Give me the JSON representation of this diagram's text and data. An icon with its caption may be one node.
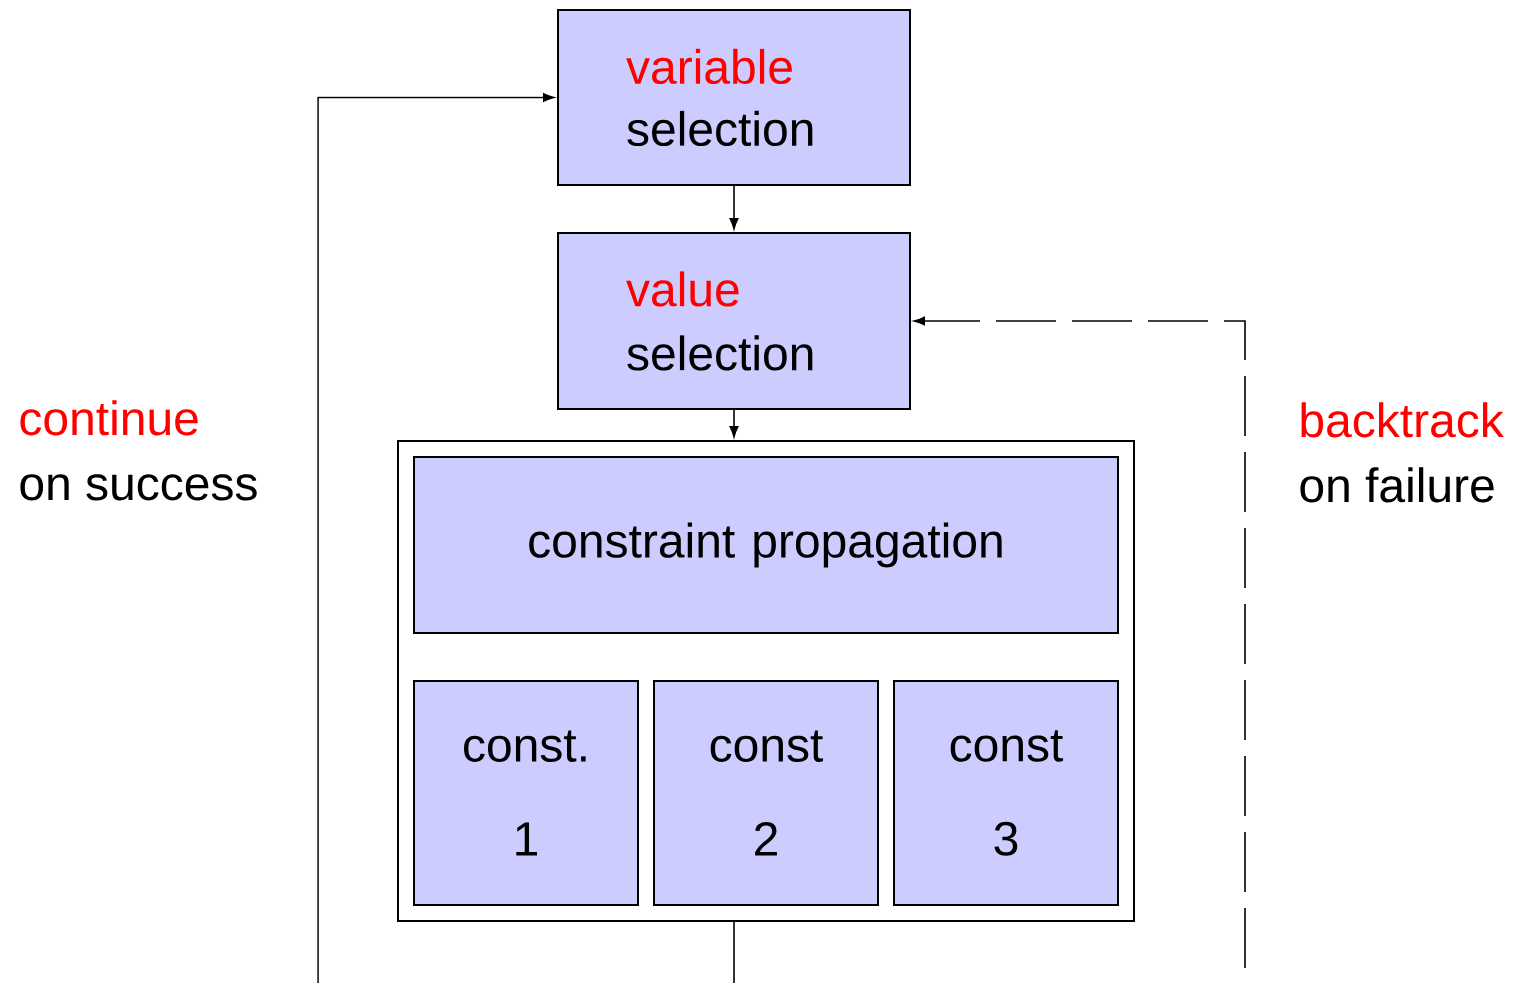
{
  "diagram": {
    "nodes": [
      {
        "text": [
          "variable",
          "selection"
        ]
      },
      {
        "text": [
          "value",
          "selection"
        ]
      },
      {
        "text": [],
        "shape": "box"
      },
      {
        "text": [
          "constraint propagation"
        ],
        "in": 2
      },
      {
        "text": [
          "const. 1"
        ],
        "in": 2
      },
      {
        "text": [
          "const 2"
        ],
        "in": 2
      },
      {
        "text": [
          "const 3"
        ],
        "in": 2
      }
    ],
    "edges": [
      {
        "from": null,
        "to": 0,
        "arrow": "to"
      },
      {
        "from": 0,
        "to": 1,
        "arrow": "to"
      },
      {
        "from": 1,
        "to": 2,
        "arrow": "to"
      },
      {
        "from": 2,
        "to": null,
        "arrow": "none"
      },
      {
        "from": null,
        "to": 1,
        "arrow": "to",
        "style": "dashed"
      }
    ],
    "labels": [
      "continue",
      "on success",
      "backtrack",
      "on failure"
    ]
  }
}
